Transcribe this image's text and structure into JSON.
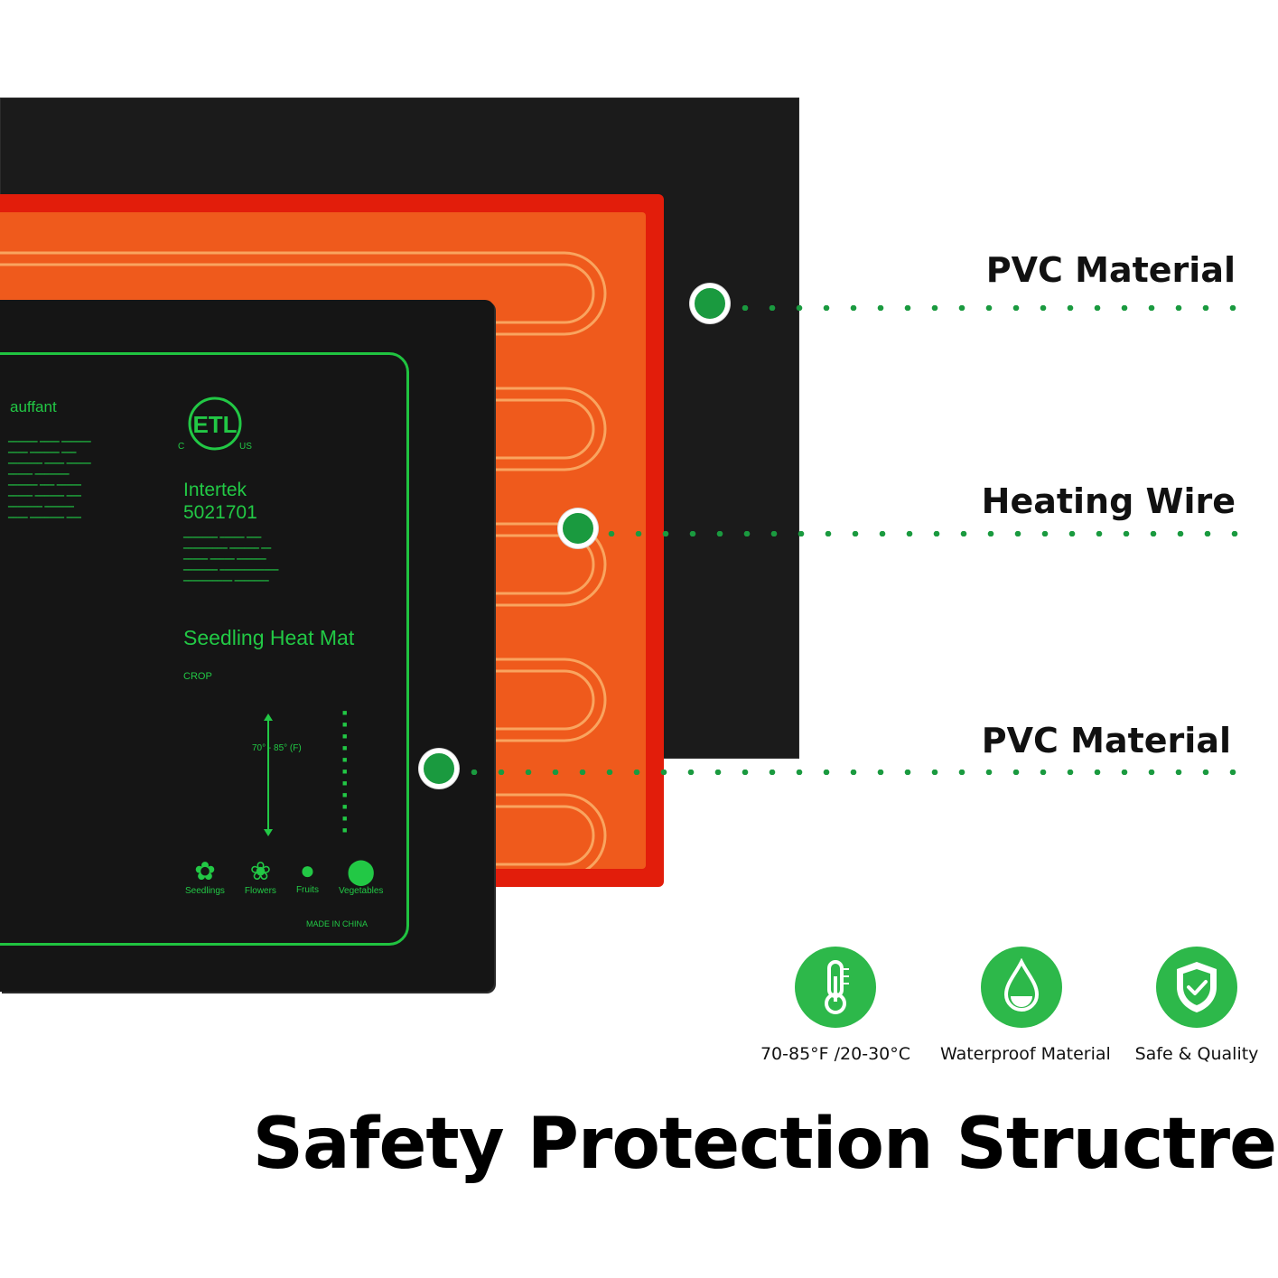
{
  "layers": {
    "top_label": "PVC Material",
    "middle_label": "Heating Wire",
    "bottom_label": "PVC Material"
  },
  "mat_print": {
    "side_text": "auffant",
    "cert_mark": "ETL",
    "cert_c": "C",
    "cert_us": "US",
    "lab": "Intertek",
    "control_no": "5021701",
    "product_name": "Seedling Heat Mat",
    "crop_header": "CROP",
    "temp_range": "70° - 85° (F)",
    "icons": [
      "Seedlings",
      "Flowers",
      "Fruits",
      "Vegetables"
    ],
    "origin": "MADE IN CHINA"
  },
  "features": [
    {
      "icon": "thermometer-icon",
      "label": "70-85°F /20-30°C"
    },
    {
      "icon": "water-drop-icon",
      "label": "Waterproof Material"
    },
    {
      "icon": "shield-check-icon",
      "label": "Safe & Quality"
    }
  ],
  "title": "Safety Protection Structre",
  "colors": {
    "accent_green": "#2db84a",
    "heating_orange": "#ef5a1c",
    "heating_red": "#e21d0b",
    "pvc_black": "#1b1b1b"
  }
}
